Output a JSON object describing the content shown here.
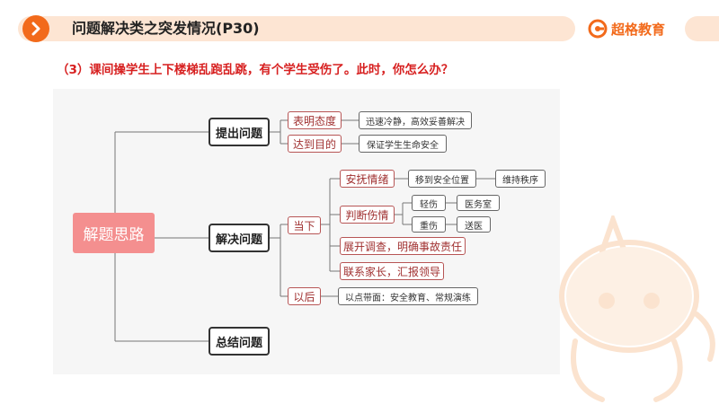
{
  "header": {
    "title": "问题解决类之突发情况(P30)",
    "logo_text": "超格教育"
  },
  "question": "（3）课间操学生上下楼梯乱跑乱跳，有个学生受伤了。此时，你怎么办？",
  "mindmap": {
    "root": "解题思路",
    "branches": {
      "propose": "提出问题",
      "solve": "解决问题",
      "summary": "总结问题"
    },
    "propose_children": {
      "attitude": "表明态度",
      "attitude_detail": "迅速冷静，高效妥善解决",
      "goal": "达到目的",
      "goal_detail": "保证学生生命安全"
    },
    "solve_children": {
      "now": "当下",
      "later": "以后",
      "calm": "安抚情绪",
      "move": "移到安全位置",
      "order": "维持秩序",
      "judge": "判断伤情",
      "light": "轻伤",
      "clinic": "医务室",
      "heavy": "重伤",
      "hospital": "送医",
      "investigate": "展开调查，明确事故责任",
      "contact": "联系家长，汇报领导",
      "later_detail": "以点带面：安全教育、常规演练"
    }
  },
  "colors": {
    "accent": "#f26a1b",
    "root": "#f48f8f",
    "question": "#d72020"
  }
}
